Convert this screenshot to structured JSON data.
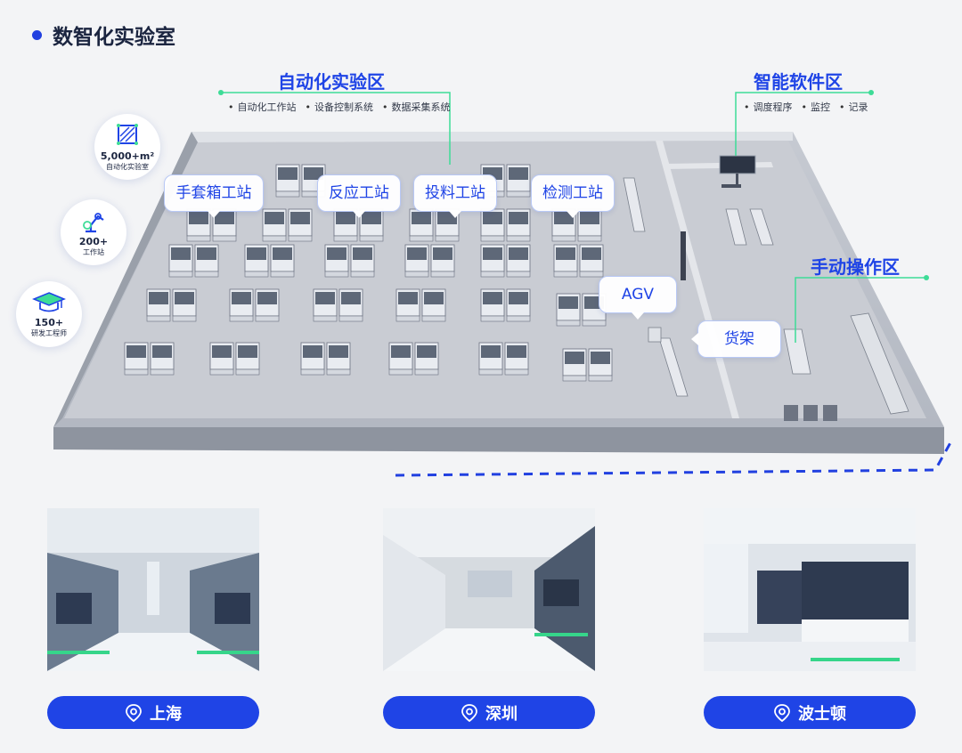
{
  "page_title": "数智化实验室",
  "zones": {
    "auto": {
      "title": "自动化实验区",
      "items": [
        "自动化工作站",
        "设备控制系统",
        "数据采集系统"
      ]
    },
    "software": {
      "title": "智能软件区",
      "items": [
        "调度程序",
        "监控",
        "记录"
      ]
    },
    "manual": {
      "title": "手动操作区"
    }
  },
  "stats": [
    {
      "number": "5,000+m²",
      "label": "自动化实验室",
      "icon": "lab-area-icon"
    },
    {
      "number": "200+",
      "label": "工作站",
      "icon": "robot-arm-icon"
    },
    {
      "number": "150+",
      "label": "研发工程师",
      "icon": "graduation-cap-icon"
    }
  ],
  "stations": {
    "glovebox": "手套箱工站",
    "reaction": "反应工站",
    "feeding": "投料工站",
    "detection": "检测工站",
    "agv": "AGV",
    "shelf": "货架"
  },
  "locations": [
    "上海",
    "深圳",
    "波士顿"
  ],
  "colors": {
    "accent": "#1f44e6",
    "callout_line": "#3ddc97",
    "dashed": "#2140e0"
  }
}
